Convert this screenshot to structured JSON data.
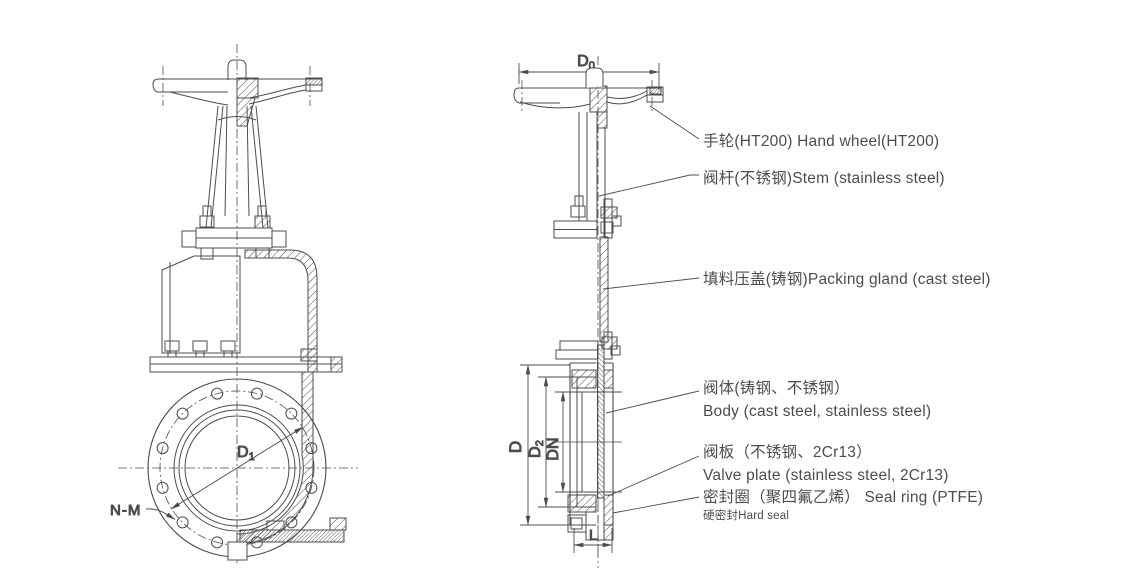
{
  "meta": {
    "background": "#ffffff",
    "line_color": "#4d4d4d",
    "text_color": "#4d4d4d",
    "drawing_type": "knife gate valve assembly drawing, front half-section view and side section view"
  },
  "dimensions": {
    "d0": {
      "base": "D",
      "sub": "0"
    },
    "d1": {
      "base": "D",
      "sub": "1"
    },
    "d": "D",
    "d2": {
      "base": "D",
      "sub": "2"
    },
    "dn": "DN",
    "l": "L",
    "nm": "N-M"
  },
  "callouts": {
    "hand_wheel": "手轮(HT200) Hand wheel(HT200)",
    "stem": "阀杆(不锈钢)Stem (stainless steel)",
    "packing_gland": "填料压盖(铸钢)Packing gland (cast steel)",
    "body_zh": "阀体(铸钢、不锈钢）",
    "body_en": "Body (cast steel, stainless steel)",
    "valve_plate_zh": "阀板（不锈钢、2Cr13）",
    "valve_plate_en": "Valve plate (stainless steel, 2Cr13)",
    "seal_ring": "密封圈（聚四氟乙烯） Seal ring (PTFE)",
    "seal_note": "硬密封Hard seal"
  }
}
